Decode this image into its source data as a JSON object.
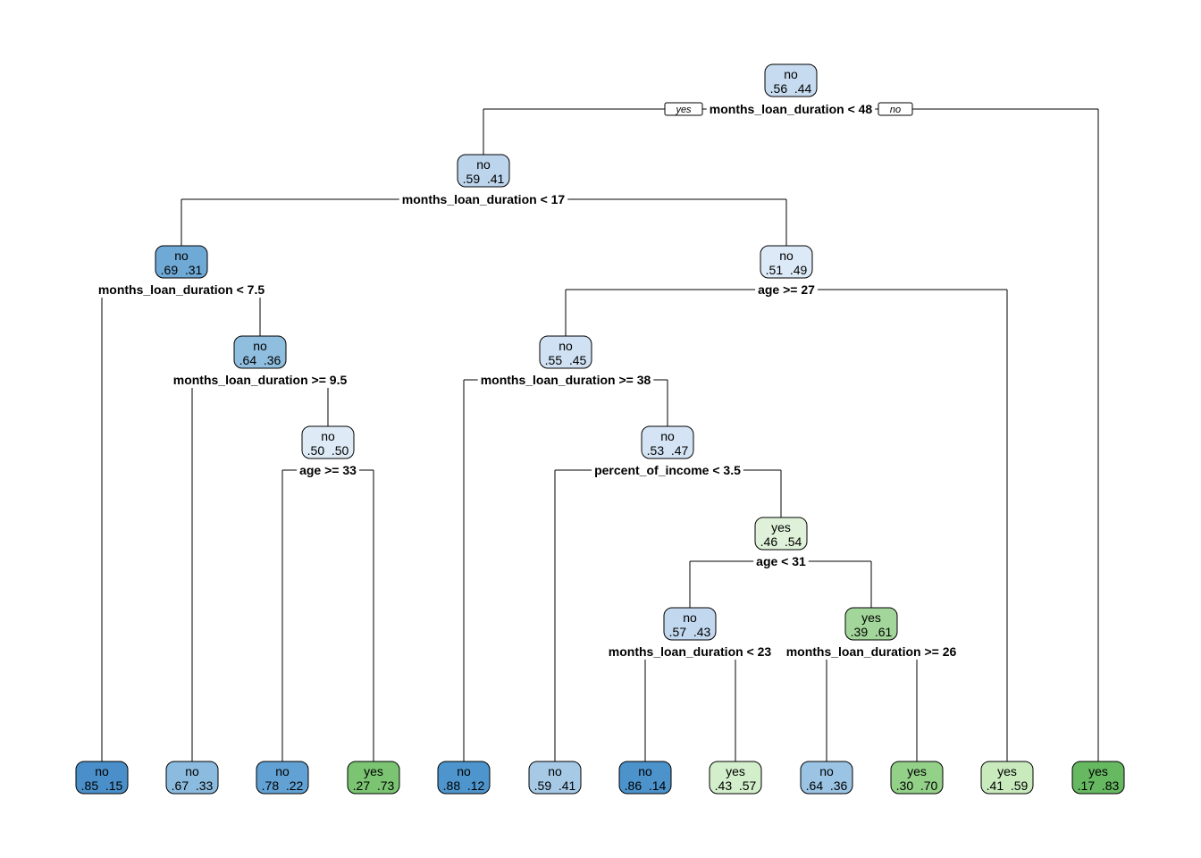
{
  "tree": {
    "root_tags": {
      "left": "yes",
      "right": "no"
    },
    "nodes": [
      {
        "id": "n1",
        "class": "no",
        "probs": ".56  .44",
        "fill": "#c6dbef"
      },
      {
        "id": "n2",
        "class": "no",
        "probs": ".59  .41",
        "fill": "#bcd4ec"
      },
      {
        "id": "n4",
        "class": "no",
        "probs": ".69  .31",
        "fill": "#6fa9d6"
      },
      {
        "id": "n5",
        "class": "no",
        "probs": ".51  .49",
        "fill": "#dce9f6"
      },
      {
        "id": "n9",
        "class": "no",
        "probs": ".64  .36",
        "fill": "#8fbedf"
      },
      {
        "id": "n10",
        "class": "no",
        "probs": ".55  .45",
        "fill": "#cfe1f2"
      },
      {
        "id": "n19",
        "class": "no",
        "probs": ".50  .50",
        "fill": "#deebf7"
      },
      {
        "id": "n21",
        "class": "no",
        "probs": ".53  .47",
        "fill": "#d4e4f4"
      },
      {
        "id": "n43",
        "class": "yes",
        "probs": ".46  .54",
        "fill": "#dff2d9"
      },
      {
        "id": "n86",
        "class": "no",
        "probs": ".57  .43",
        "fill": "#c2d8ee"
      },
      {
        "id": "n87",
        "class": "yes",
        "probs": ".39  .61",
        "fill": "#a3d69a"
      },
      {
        "id": "l8",
        "class": "no",
        "probs": ".85  .15",
        "fill": "#4a8fc9"
      },
      {
        "id": "l18",
        "class": "no",
        "probs": ".67  .33",
        "fill": "#8bbbdf"
      },
      {
        "id": "l38",
        "class": "no",
        "probs": ".78  .22",
        "fill": "#62a1d3"
      },
      {
        "id": "l39",
        "class": "yes",
        "probs": ".27  .73",
        "fill": "#7bc472"
      },
      {
        "id": "l20",
        "class": "no",
        "probs": ".88  .12",
        "fill": "#4d95cc"
      },
      {
        "id": "l42",
        "class": "no",
        "probs": ".59  .41",
        "fill": "#a6c9e6"
      },
      {
        "id": "l172",
        "class": "no",
        "probs": ".86  .14",
        "fill": "#4c92cb"
      },
      {
        "id": "l173",
        "class": "yes",
        "probs": ".43  .57",
        "fill": "#d3eecb"
      },
      {
        "id": "l174",
        "class": "no",
        "probs": ".64  .36",
        "fill": "#9ac3e4"
      },
      {
        "id": "l175",
        "class": "yes",
        "probs": ".30  .70",
        "fill": "#93d088"
      },
      {
        "id": "l11",
        "class": "yes",
        "probs": ".41  .59",
        "fill": "#c8eabd"
      },
      {
        "id": "l3",
        "class": "yes",
        "probs": ".17  .83",
        "fill": "#66b861"
      }
    ],
    "splits": [
      {
        "id": "s1",
        "label": "months_loan_duration < 48"
      },
      {
        "id": "s2",
        "label": "months_loan_duration < 17"
      },
      {
        "id": "s4",
        "label": "months_loan_duration < 7.5"
      },
      {
        "id": "s5",
        "label": "age >= 27"
      },
      {
        "id": "s9",
        "label": "months_loan_duration >= 9.5"
      },
      {
        "id": "s10",
        "label": "months_loan_duration >= 38"
      },
      {
        "id": "s19",
        "label": "age >= 33"
      },
      {
        "id": "s21",
        "label": "percent_of_income < 3.5"
      },
      {
        "id": "s43",
        "label": "age < 31"
      },
      {
        "id": "s86",
        "label": "months_loan_duration < 23"
      },
      {
        "id": "s87",
        "label": "months_loan_duration >= 26"
      }
    ]
  }
}
